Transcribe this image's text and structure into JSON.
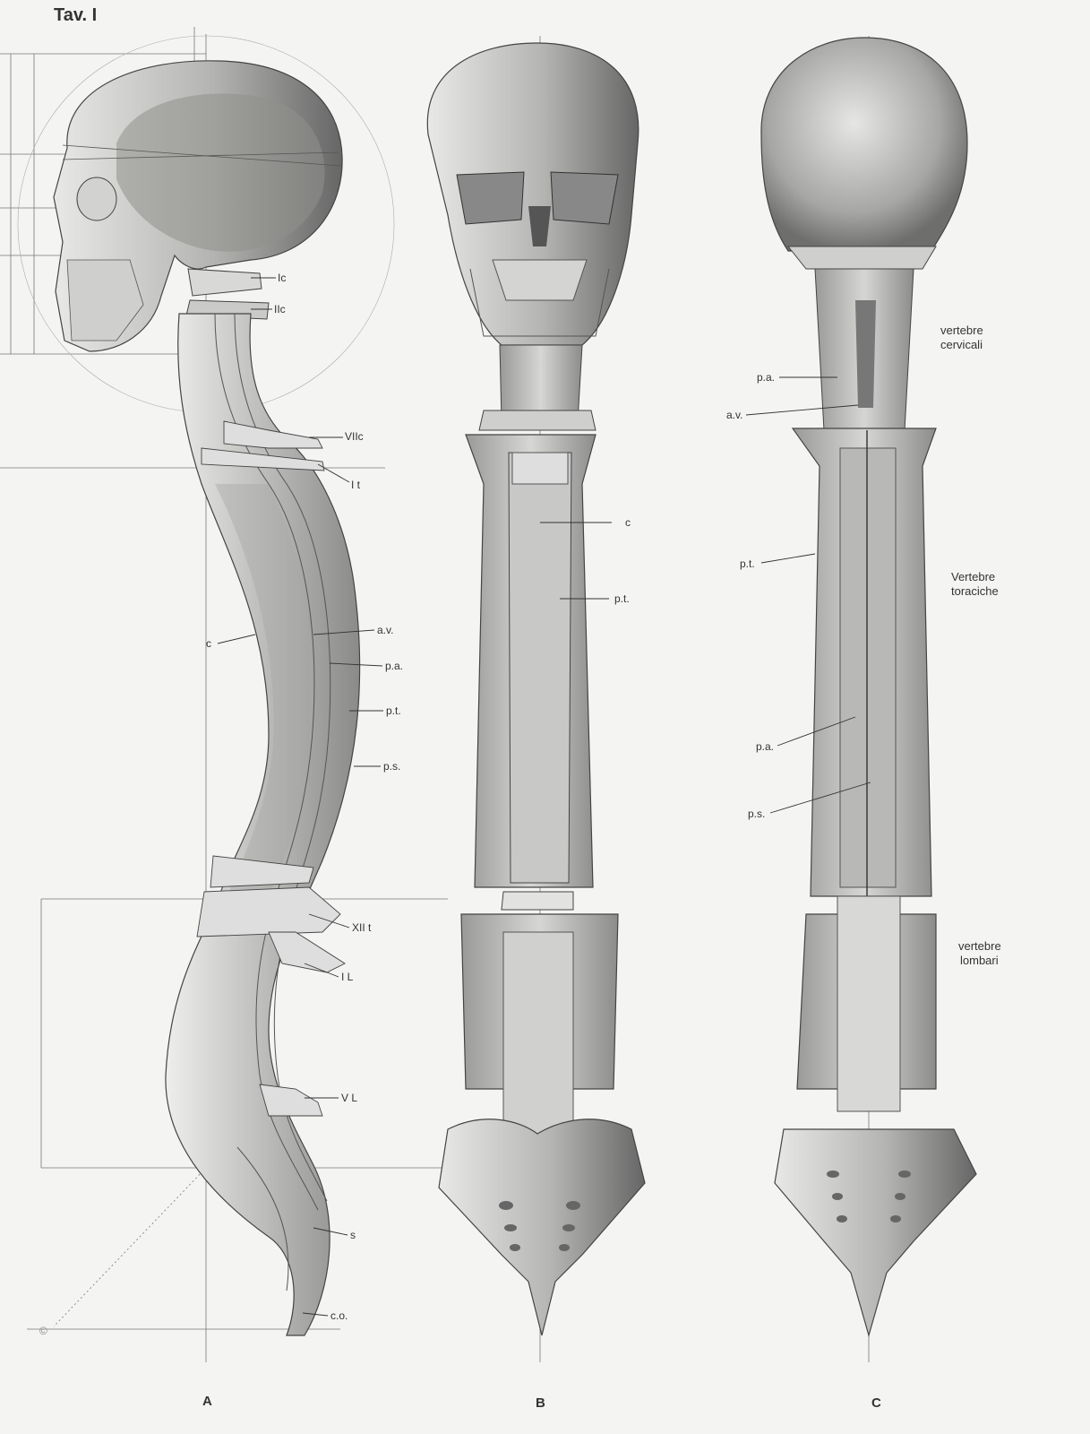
{
  "plate_title": "Tav. I",
  "figures": [
    "A",
    "B",
    "C"
  ],
  "labels_A": {
    "ic": "Ic",
    "iic": "IIc",
    "viic": "VIIc",
    "it": "I t",
    "c": "c",
    "av": "a.v.",
    "pa": "p.a.",
    "pt": "p.t.",
    "ps": "p.s.",
    "xiit": "XII t",
    "il": "I L",
    "vl": "V L",
    "s": "s",
    "co": "c.o."
  },
  "labels_B": {
    "c": "c",
    "pt": "p.t."
  },
  "labels_C": {
    "pa_upper": "p.a.",
    "av": "a.v.",
    "pt": "p.t.",
    "pa_lower": "p.a.",
    "ps": "p.s.",
    "cervical_1": "vertebre",
    "cervical_2": "cervicali",
    "thoracic_1": "Vertebre",
    "thoracic_2": "toraciche",
    "lumbar_1": "vertebre",
    "lumbar_2": "lombari"
  },
  "copyright_mark": "©"
}
